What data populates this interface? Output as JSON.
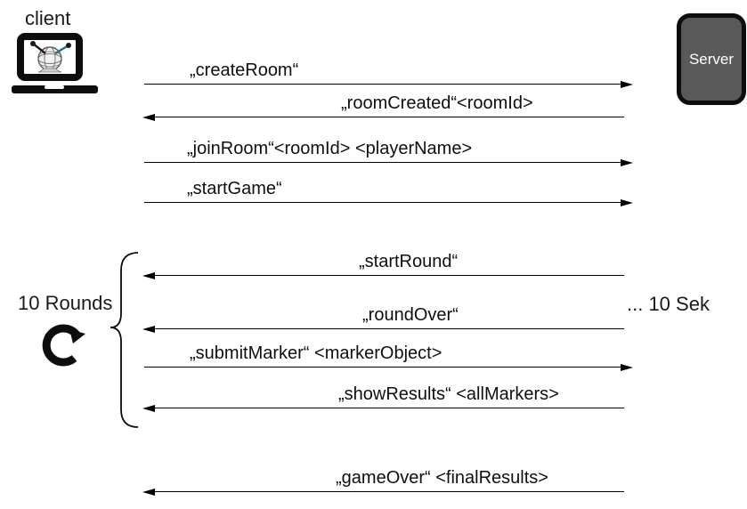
{
  "diagram": {
    "title": "client-server websocket sequence diagram",
    "client": {
      "label": "client",
      "icon": "laptop-globe-pins-icon"
    },
    "server": {
      "label": "Server",
      "fill_color": "#595959",
      "border_color": "#0d0d0d",
      "text_color": "#ffffff"
    },
    "loop": {
      "label": "10 Rounds",
      "icon": "clockwise-loop-arrow-icon",
      "duration_note": "... 10 Sek"
    },
    "messages": [
      {
        "label": "„createRoom“",
        "direction": "right",
        "from": "client",
        "to": "server"
      },
      {
        "label": "„roomCreated“<roomId>",
        "direction": "left",
        "from": "server",
        "to": "client"
      },
      {
        "label": "„joinRoom“<roomId> <playerName>",
        "direction": "right",
        "from": "client",
        "to": "server"
      },
      {
        "label": "„startGame“",
        "direction": "right",
        "from": "client",
        "to": "server"
      },
      {
        "label": "„startRound“",
        "direction": "left",
        "from": "server",
        "to": "client",
        "in_loop": true
      },
      {
        "label": "„roundOver“",
        "direction": "left",
        "from": "server",
        "to": "client",
        "in_loop": true
      },
      {
        "label": "„submitMarker“ <markerObject>",
        "direction": "right",
        "from": "client",
        "to": "server",
        "in_loop": true
      },
      {
        "label": "„showResults“ <allMarkers>",
        "direction": "left",
        "from": "server",
        "to": "client",
        "in_loop": true
      },
      {
        "label": "„gameOver“ <finalResults>",
        "direction": "left",
        "from": "server",
        "to": "client"
      }
    ]
  }
}
